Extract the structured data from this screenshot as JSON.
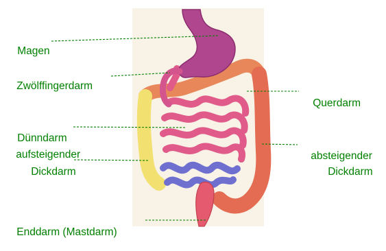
{
  "labels": {
    "magen": "Magen",
    "zwoelffingerdarm": "Zwölffingerdarm",
    "querdarm": "Querdarm",
    "duenndarm": "Dünndarm",
    "aufsteigender_1": "aufsteigender",
    "aufsteigender_2": "Dickdarm",
    "absteigender_1": "absteigender",
    "absteigender_2": "Dickdarm",
    "enddarm": "Enddarm (Mastdarm)"
  },
  "colors": {
    "label_text": "#008000",
    "leader_lines": "#008000",
    "stomach": "#b0468e",
    "small_intestine": "#e05a8a",
    "colon": "#e8875a",
    "ascending_colon": "#f2e070",
    "sigmoid": "#6f6fd0",
    "rectum": "#e55a6e",
    "background_panel": "#f8f3e6"
  }
}
